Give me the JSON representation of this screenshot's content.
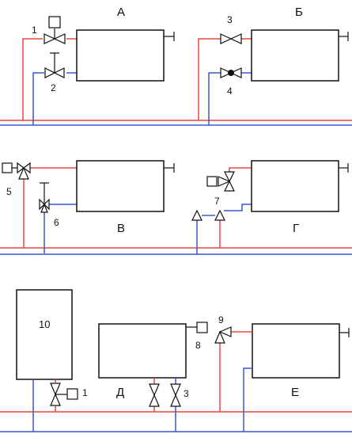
{
  "colors": {
    "supply": "#e8463f",
    "return": "#3b57d6",
    "outline": "#111111",
    "background": "#ffffff"
  },
  "sections": {
    "a": "А",
    "b": "Б",
    "v": "В",
    "g": "Г",
    "d": "Д",
    "e": "Е"
  },
  "numbers": {
    "a_valve_top": "1",
    "a_valve_bottom": "2",
    "b_valve_top": "3",
    "b_valve_bottom": "4",
    "v_valve_left": "5",
    "v_valve_bottom": "6",
    "g_valve": "7",
    "d_vent": "8",
    "e_valve": "9",
    "boiler": "10",
    "boiler_valve": "1",
    "d_valve": "3"
  },
  "icons": {
    "valve": "two-way-valve-icon",
    "three_way_valve": "three-way-valve-icon",
    "check_valve": "check-valve-icon",
    "thermostatic_head": "square-head-icon",
    "air_vent": "air-vent-icon"
  }
}
